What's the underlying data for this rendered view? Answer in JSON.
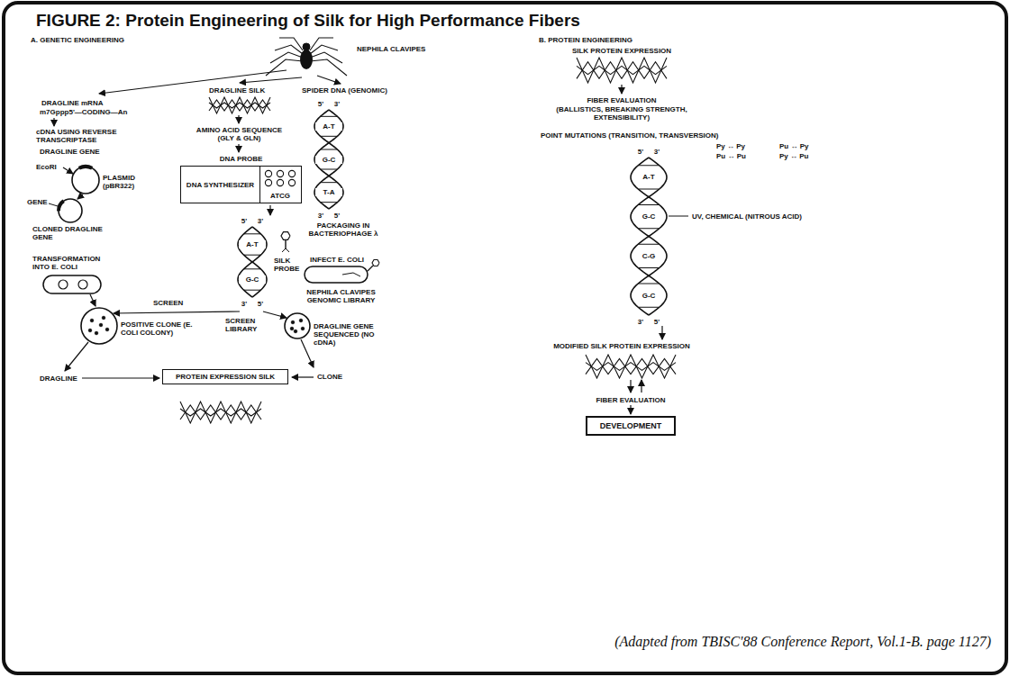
{
  "diagram": {
    "title": "FIGURE 2: Protein Engineering of Silk for High Performance Fibers",
    "caption": "(Adapted from TBISC'88 Conference Report, Vol.1-B. page 1127)",
    "nodes": [
      {
        "text": [
          "DNA PROBE"
        ]
      },
      {
        "text": [
          "DNA SYNTHESIZER"
        ],
        "in": 0
      },
      {
        "text": [
          "ATCG"
        ],
        "in": 0
      },
      {
        "text": [
          "PROTEIN EXPRESSION SILK"
        ]
      },
      {
        "text": [
          "DEVELOPMENT"
        ]
      }
    ],
    "labels": [
      "A. GENETIC ENGINEERING",
      "B. PROTEIN ENGINEERING",
      "NEPHILA CLAVIPES",
      "DRAGLINE mRNA",
      "m7Gppp5'—CODING—An",
      "cDNA USING REVERSE TRANSCRIPTASE",
      "DRAGLINE GENE",
      "EcoRI",
      "PLASMID (pBR322)",
      "GENE",
      "CLONED DRAGLINE GENE",
      "TRANSFORMATION INTO E. COLI",
      "POSITIVE CLONE (E. COLI COLONY)",
      "DRAGLINE",
      "DRAGLINE SILK",
      "AMINO ACID SEQUENCE (GLY & GLN)",
      "SCREEN",
      "SCREEN LIBRARY",
      "SILK PROBE",
      "SPIDER DNA (GENOMIC)",
      "PACKAGING IN BACTERIOPHAGE λ",
      "INFECT E. COLI",
      "NEPHILA CLAVIPES GENOMIC LIBRARY",
      "DRAGLINE GENE SEQUENCED (NO cDNA)",
      "CLONE",
      "SILK PROTEIN EXPRESSION",
      "FIBER EVALUATION",
      "(BALLISTICS, BREAKING STRENGTH, EXTENSIBILITY)",
      "POINT MUTATIONS (TRANSITION, TRANSVERSION)",
      "Py ↔ Py",
      "Pu ↔ Pu",
      "Pu ↔ Py",
      "Py ↔ Pu",
      "UV, CHEMICAL (NITROUS ACID)",
      "MODIFIED SILK PROTEIN EXPRESSION",
      "FIBER EVALUATION",
      "5'",
      "3'",
      "A-T",
      "G-C",
      "T-A",
      "3'",
      "5'",
      "5'",
      "3'",
      "A-T",
      "G-C",
      "3'",
      "5'",
      "5'",
      "3'",
      "A-T",
      "G-C",
      "C-G",
      "G-C",
      "3'",
      "5'"
    ]
  }
}
